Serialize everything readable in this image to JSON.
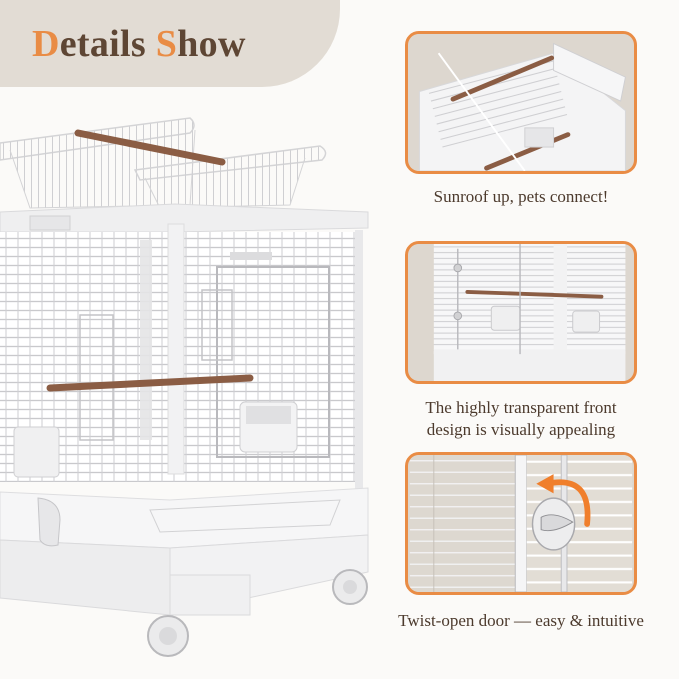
{
  "header": {
    "title_first_initial": "D",
    "title_first_rest": "etails ",
    "title_second_initial": "S",
    "title_second_rest": "how",
    "accent_color": "#e98c45",
    "text_color": "#5e4634",
    "panel_color": "#e2dcd4"
  },
  "main_image": {
    "subject": "white bird cage with open sunroof, wooden perches, feeders and caster wheels"
  },
  "details": [
    {
      "image_subject": "top view of cage with sunroof opened",
      "caption_lines": [
        "Sunroof up, pets connect!"
      ]
    },
    {
      "image_subject": "front view of cage interior with perch and feeders",
      "caption_lines": [
        "The highly transparent front",
        "design is visually appealing"
      ]
    },
    {
      "image_subject": "close-up of twist lock on cage door with orange rotate arrow",
      "caption_lines": [
        "Twist-open door — easy & intuitive"
      ]
    }
  ],
  "frame_color": "#e98c45"
}
